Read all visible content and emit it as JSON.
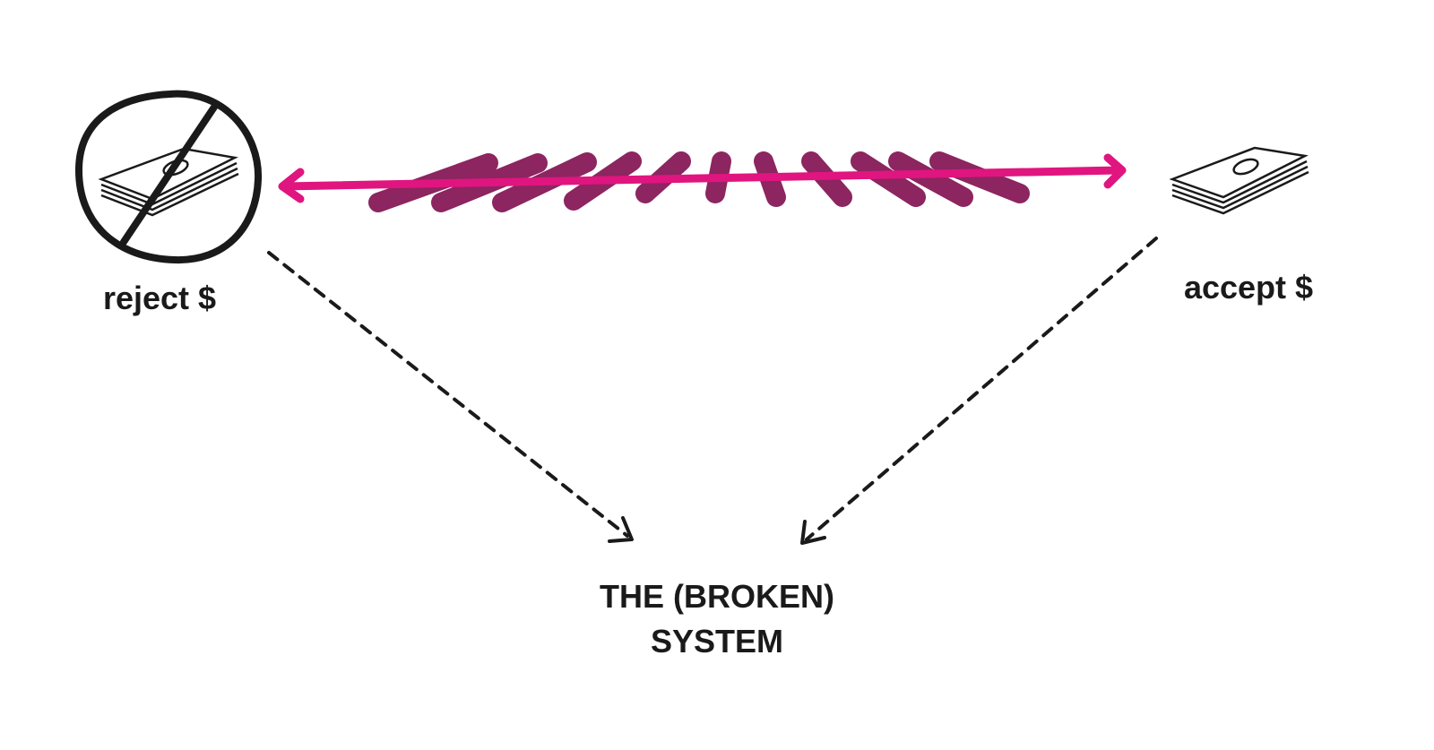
{
  "labels": {
    "reject": "reject $",
    "accept": "accept $",
    "system_line1": "THE (BROKEN)",
    "system_line2": "SYSTEM"
  },
  "colors": {
    "arrow": "#e0157f",
    "stripes": "#8c2560",
    "ink": "#1a1a1a"
  },
  "icons": [
    "money-stack-crossed-icon",
    "money-stack-icon"
  ]
}
